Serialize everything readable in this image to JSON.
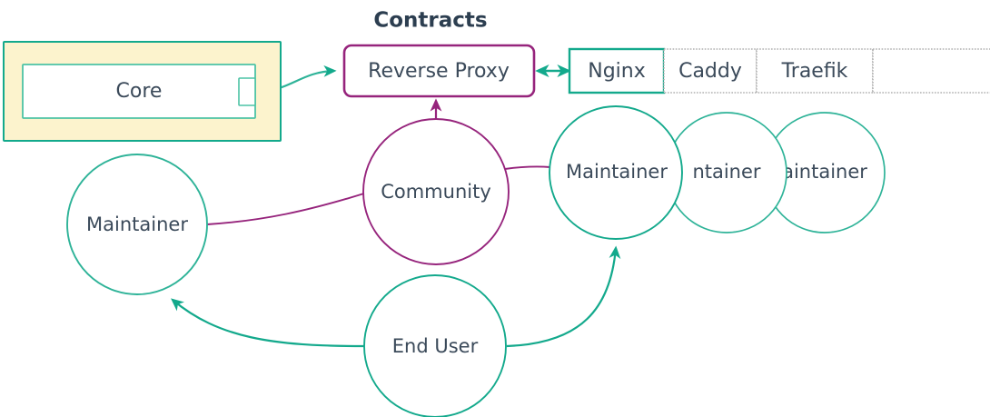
{
  "diagram": {
    "title": "Contracts",
    "colors": {
      "teal": "#13a98c",
      "teal_light": "#2eb398",
      "purple": "#96247c",
      "text": "#3b4a5a",
      "title_text": "#2c3e50",
      "yellow_fill": "#fcf3cd",
      "dotted_border": "#b0b0b0",
      "white": "#ffffff"
    },
    "core_group": {
      "outer_label": "",
      "inner_label": "Core",
      "handle_label": ""
    },
    "reverse_proxy": {
      "label": "Reverse Proxy"
    },
    "cells": [
      {
        "label": "Nginx",
        "style": "solid-teal"
      },
      {
        "label": "Caddy",
        "style": "dotted"
      },
      {
        "label": "Traefik",
        "style": "dotted"
      },
      {
        "label": "",
        "style": "dotted"
      }
    ],
    "circles": [
      {
        "id": "maintainer-left",
        "label": "Maintainer",
        "stroke": "teal"
      },
      {
        "id": "community",
        "label": "Community",
        "stroke": "purple"
      },
      {
        "id": "maintainer-r1",
        "label": "Maintainer",
        "stroke": "teal"
      },
      {
        "id": "maintainer-r2",
        "label": "ntainer",
        "stroke": "teal"
      },
      {
        "id": "maintainer-r3",
        "label": "aintainer",
        "stroke": "teal"
      },
      {
        "id": "end-user",
        "label": "End User",
        "stroke": "teal"
      }
    ],
    "edges": [
      {
        "from": "core",
        "to": "reverse-proxy",
        "color": "teal",
        "arrow": "end"
      },
      {
        "from": "reverse-proxy",
        "to": "nginx",
        "color": "teal",
        "arrow": "both"
      },
      {
        "from": "community",
        "to": "reverse-proxy",
        "color": "purple",
        "arrow": "end"
      },
      {
        "from": "maintainer-left",
        "to": "community",
        "color": "purple",
        "arrow": "none"
      },
      {
        "from": "community",
        "to": "maintainer-r1",
        "color": "purple",
        "arrow": "none"
      },
      {
        "from": "end-user",
        "to": "maintainer-left",
        "color": "teal",
        "arrow": "end"
      },
      {
        "from": "end-user",
        "to": "maintainer-r1",
        "color": "teal",
        "arrow": "end"
      }
    ]
  }
}
